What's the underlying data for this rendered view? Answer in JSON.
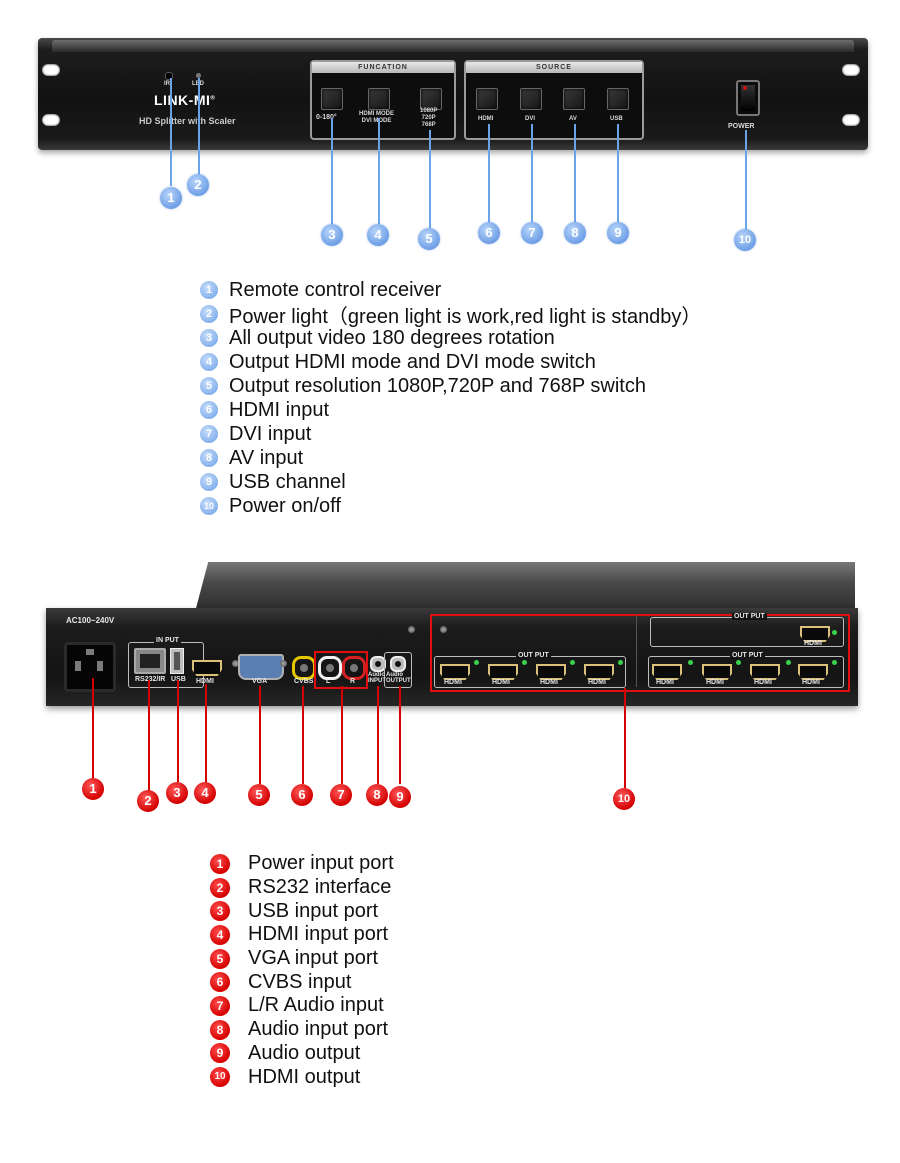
{
  "front": {
    "brand": "LINK-MI",
    "brand_reg": "®",
    "subtitle": "HD Splitter with Scaler",
    "ir_label": "IR",
    "led_label": "LED",
    "function_header": "FUNCATION",
    "rotate_label": "0-180°",
    "mode_label_1": "HDMI MODE",
    "mode_label_2": "DVI MODE",
    "res_label_1": "1080P",
    "res_label_2": "720P",
    "res_label_3": "768P",
    "source_header": "SOURCE",
    "source_labels": [
      "HDMI",
      "DVI",
      "AV",
      "USB"
    ],
    "power_label": "POWER",
    "callouts": [
      "1",
      "2",
      "3",
      "4",
      "5",
      "6",
      "7",
      "8",
      "9",
      "10"
    ]
  },
  "legend_front": [
    {
      "n": "1",
      "text": "Remote control receiver"
    },
    {
      "n": "2",
      "text": "Power light（green light is work,red light is standby）"
    },
    {
      "n": "3",
      "text": "All output video 180 degrees rotation"
    },
    {
      "n": "4",
      "text": "Output HDMI mode and DVI mode switch"
    },
    {
      "n": "5",
      "text": "Output resolution 1080P,720P and 768P switch"
    },
    {
      "n": "6",
      "text": "HDMI input"
    },
    {
      "n": "7",
      "text": "DVI input"
    },
    {
      "n": "8",
      "text": "AV input"
    },
    {
      "n": "9",
      "text": "USB channel"
    },
    {
      "n": "10",
      "text": "Power on/off"
    }
  ],
  "rear": {
    "ac_label": "AC100~240V",
    "input_header": "IN PUT",
    "rs232_label": "RS232/IR",
    "usb_label": "USB",
    "hdmi_label": "HDMI",
    "vga_label": "VGA",
    "cvbs_label": "CVBS",
    "l_label": "L",
    "r_label": "R",
    "audio_in_1": "Audio",
    "audio_in_2": "INPUT",
    "audio_out_1": "Audio",
    "audio_out_2": "OUTPUT",
    "output_header": "OUT PUT",
    "out_hdmi": "HDMI",
    "callouts": [
      "1",
      "2",
      "3",
      "4",
      "5",
      "6",
      "7",
      "8",
      "9",
      "10"
    ]
  },
  "legend_rear": [
    {
      "n": "1",
      "text": "Power input port"
    },
    {
      "n": "2",
      "text": "RS232 interface"
    },
    {
      "n": "3",
      "text": "USB input port"
    },
    {
      "n": "4",
      "text": "HDMI input port"
    },
    {
      "n": "5",
      "text": "VGA input port"
    },
    {
      "n": "6",
      "text": "CVBS input"
    },
    {
      "n": "7",
      "text": "L/R Audio input"
    },
    {
      "n": "8",
      "text": "Audio input port"
    },
    {
      "n": "9",
      "text": "Audio output"
    },
    {
      "n": "10",
      "text": "HDMI output"
    }
  ]
}
